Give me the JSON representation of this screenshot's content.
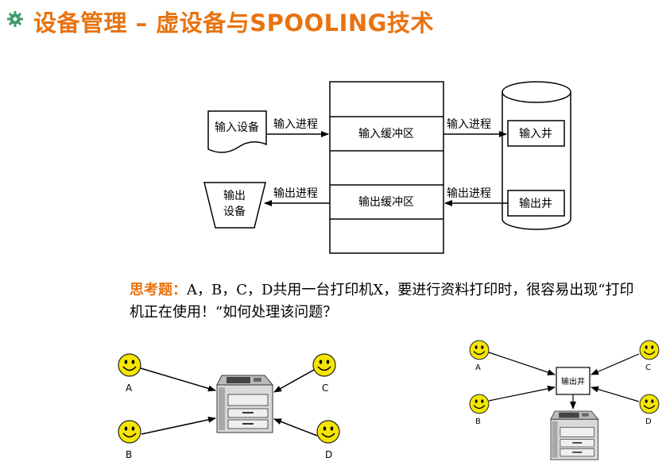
{
  "title": "设备管理 – 虚设备与SPOOLING技术",
  "spooling": {
    "input_device": "输入设备",
    "output_device_line1": "输出",
    "output_device_line2": "设备",
    "input_process": "输入进程",
    "output_process": "输出进程",
    "input_buffer": "输入缓冲区",
    "output_buffer": "输出缓冲区",
    "input_well": "输入井",
    "output_well": "输出井"
  },
  "question": {
    "label": "思考题：",
    "text": "A，B，C，D共用一台打印机X，要进行资料打印时，很容易出现“打印机正在使用！”如何处理该问题？"
  },
  "left_scene": {
    "users": [
      "A",
      "B",
      "C",
      "D"
    ]
  },
  "right_scene": {
    "users": [
      "A",
      "B",
      "C",
      "D"
    ],
    "hub_label": "输出井"
  },
  "colors": {
    "title": "#e8730f",
    "smiley": "#f5e600"
  }
}
